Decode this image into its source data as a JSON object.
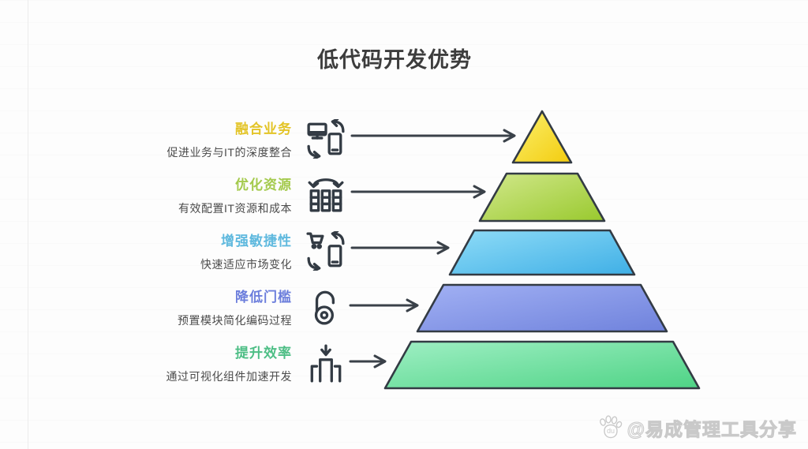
{
  "title": "低代码开发优势",
  "rows": [
    {
      "title": "融合业务",
      "desc": "促进业务与IT的深度整合",
      "color": "#e3c427",
      "icon": "device-sync-icon"
    },
    {
      "title": "优化资源",
      "desc": "有效配置IT资源和成本",
      "color": "#a4ca4d",
      "icon": "resource-allocation-icon"
    },
    {
      "title": "增强敏捷性",
      "desc": "快速适应市场变化",
      "color": "#5fb9de",
      "icon": "cart-sync-icon"
    },
    {
      "title": "降低门槛",
      "desc": "预置模块简化编码过程",
      "color": "#6c7edc",
      "icon": "open-lock-icon"
    },
    {
      "title": "提升效率",
      "desc": "通过可视化组件加速开发",
      "color": "#4dbe85",
      "icon": "insert-component-icon"
    }
  ],
  "pyramid": {
    "outline": "#333b44",
    "levels": [
      {
        "label": "level-1-top",
        "colorTop": "#fbf06e",
        "colorBottom": "#f3cc0e"
      },
      {
        "label": "level-2",
        "colorTop": "#d2e88c",
        "colorBottom": "#99c92e"
      },
      {
        "label": "level-3",
        "colorTop": "#8fdcf7",
        "colorBottom": "#3fafe6"
      },
      {
        "label": "level-4",
        "colorTop": "#a2b1f4",
        "colorBottom": "#6f82dc"
      },
      {
        "label": "level-5-bottom",
        "colorTop": "#9fefc4",
        "colorBottom": "#4ed385"
      }
    ]
  },
  "watermark": {
    "text": "@易成管理工具分享",
    "paw_label": "du"
  }
}
